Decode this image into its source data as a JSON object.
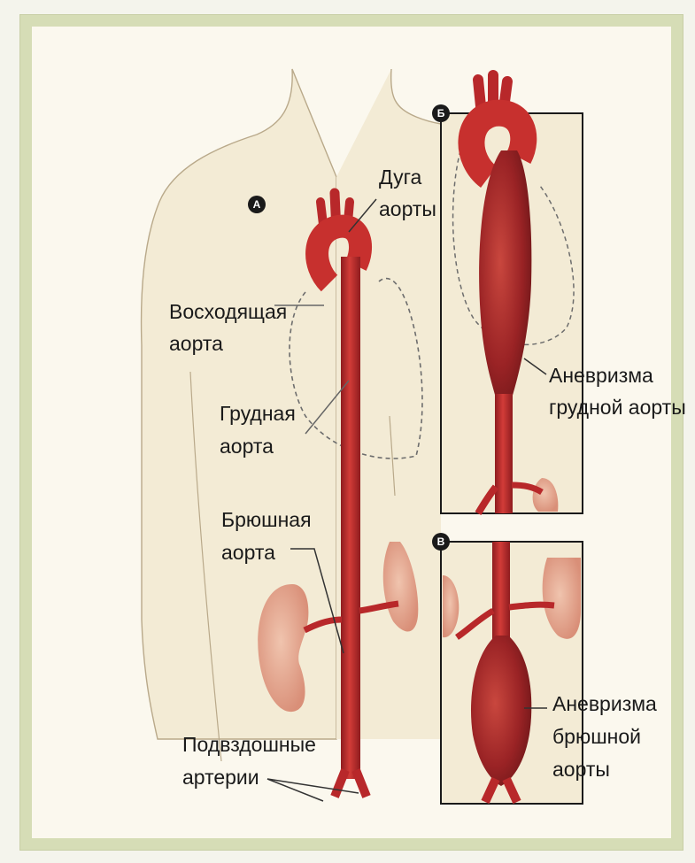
{
  "badges": {
    "a": "A",
    "b": "Б",
    "c": "В"
  },
  "labels": {
    "arch_line1": "Дуга",
    "arch_line2": "аорты",
    "ascending_line1": "Восходящая",
    "ascending_line2": "аорта",
    "thoracic_line1": "Грудная",
    "thoracic_line2": "аорта",
    "abdominal_line1": "Брюшная",
    "abdominal_line2": "аорта",
    "iliac_line1": "Подвздошные",
    "iliac_line2": "артерии",
    "tha_line1": "Аневризма",
    "tha_line2": "грудной аорты",
    "aaa_line1": "Аневризма",
    "aaa_line2": "брюшной",
    "aaa_line3": "аорты"
  },
  "colors": {
    "artery": "#b8282a",
    "artery_dark": "#8f1c1f",
    "skin": "#f3ebd5",
    "kidney": "#e3a78f",
    "outline": "#b9a98a",
    "frame": "#d6ddb6"
  }
}
